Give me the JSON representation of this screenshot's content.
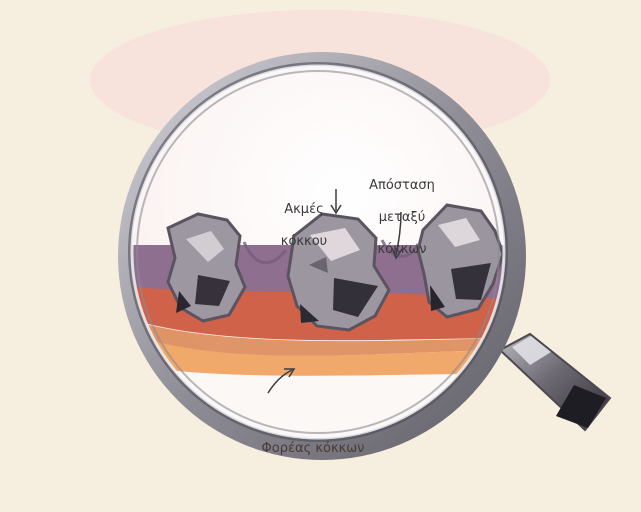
{
  "labels": {
    "grain_edges": {
      "line1": "Ακμές",
      "line2": "κόκκου"
    },
    "grain_spacing": {
      "line1": "Απόσταση",
      "line2": "μεταξύ",
      "line3": "κόκκων"
    },
    "grain_carrier": "Φορέας κόκκων"
  },
  "colors": {
    "background": "#f6eedf",
    "lens_rim": "#9c9aa3",
    "bond_layer": "#8e6f8f",
    "adhesive_red": "#cf6248",
    "backing_orange": "#f0a96a",
    "grain": "#8d8792"
  }
}
